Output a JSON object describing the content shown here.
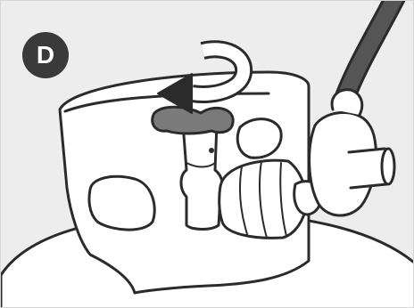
{
  "illustration": {
    "step_label": "D",
    "colors": {
      "background": "#ededed",
      "outline": "#2b2b2b",
      "fill": "#ffffff",
      "valve_handle": "#7a7a7a",
      "hose": "#555555",
      "badge": "#3a3a3a"
    },
    "icons": [
      "rotate-arrow-icon",
      "valve-handle",
      "gas-hose",
      "regulator",
      "coupling-nut",
      "propane-tank"
    ]
  }
}
